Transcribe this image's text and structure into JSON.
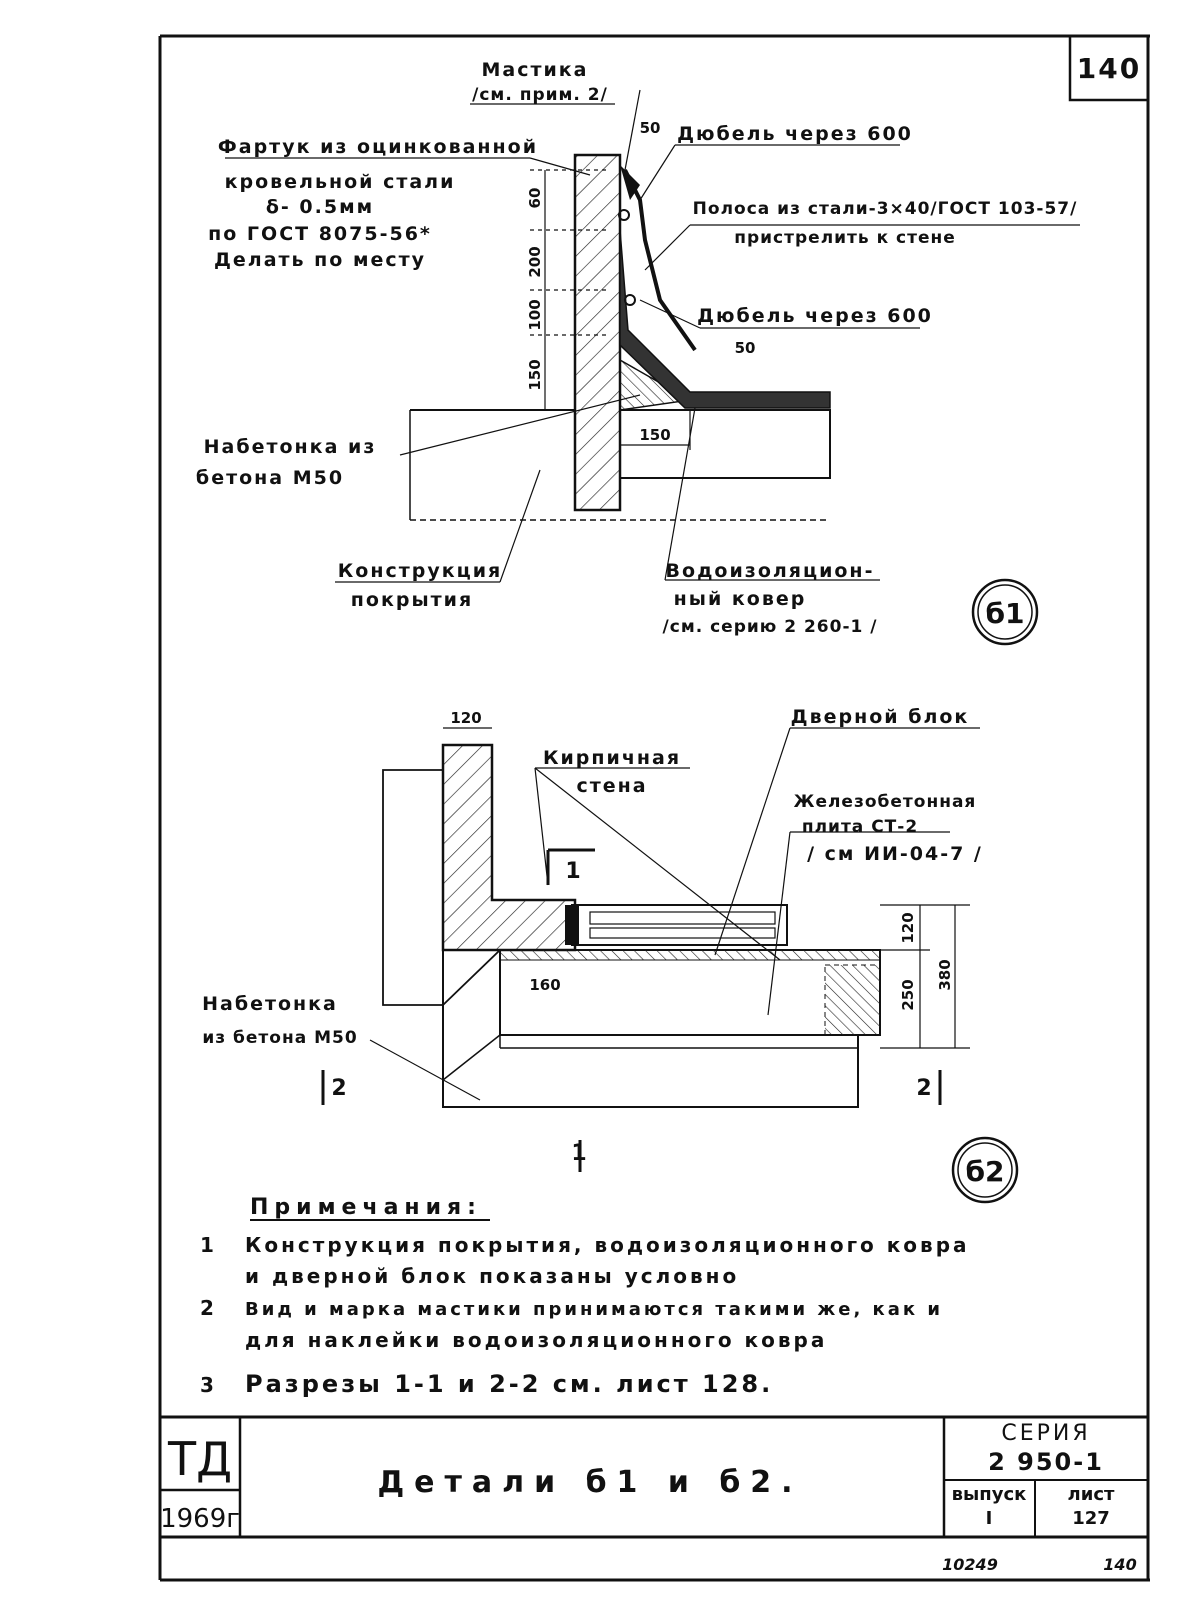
{
  "page_number": "140",
  "detail_b1": {
    "marker": "б1",
    "mastic": {
      "line1": "Мастика",
      "line2": "/см. прим. 2/"
    },
    "apron": {
      "line1": "Фартук из оцинкованной",
      "line2": "кровельной стали",
      "line3": "δ- 0.5мм",
      "line4": "по ГОСТ 8075-56*",
      "line5": "Делать по месту"
    },
    "dowel_top": "Дюбель через 600",
    "strip": {
      "line1": "Полоса из стали-3×40/ГОСТ 103-57/",
      "line2": "пристрелить к стене"
    },
    "dowel_bottom": "Дюбель через 600",
    "topping": {
      "line1": "Набетонка из",
      "line2": "бетона М50"
    },
    "roof_construction": {
      "line1": "Конструкция",
      "line2": "покрытия"
    },
    "waterproofing": {
      "line1": "Водоизоляцион-",
      "line2": "ный ковер",
      "line3": "/см. серию 2 260-1 /"
    },
    "dims": {
      "d50_top": "50",
      "d60": "60",
      "d200": "200",
      "d100": "100",
      "d150_v": "150",
      "d150_h": "150",
      "d50_bottom": "50"
    }
  },
  "detail_b2": {
    "marker": "б2",
    "dim_120_top": "120",
    "brick_wall": {
      "line1": "Кирпичная",
      "line2": "стена"
    },
    "door_block": "Дверной блок",
    "slab": {
      "line1": "Железобетонная",
      "line2": "плита СТ-2",
      "line3": "/ см ИИ-04-7 /"
    },
    "topping": {
      "line1": "Набетонка",
      "line2": "из бетона М50"
    },
    "dims": {
      "d160": "160",
      "d120": "120",
      "d250": "250",
      "d380": "380"
    },
    "section_marks": {
      "s1_top": "1",
      "s1_bottom": "1",
      "s2_left": "2",
      "s2_right": "2"
    }
  },
  "notes": {
    "heading": "Примечания:",
    "items": [
      {
        "num": "1",
        "line1": "Конструкция покрытия, водоизоляционного ковра",
        "line2": "и дверной блок показаны условно"
      },
      {
        "num": "2",
        "line1": "Вид и марка мастики принимаются такими же, как и",
        "line2": "для наклейки водоизоляционного ковра"
      },
      {
        "num": "3",
        "line1": "Разрезы 1-1 и 2-2 см. лист 128.",
        "line2": ""
      }
    ]
  },
  "title_block": {
    "org": "ТД",
    "year": "1969г",
    "title": "Детали б1 и б2.",
    "series_label": "СЕРИЯ",
    "series_value": "2 950-1",
    "issue_label": "выпуск",
    "issue_value": "I",
    "sheet_label": "лист",
    "sheet_value": "127"
  },
  "footer": {
    "inventory": "10249",
    "page": "140"
  }
}
